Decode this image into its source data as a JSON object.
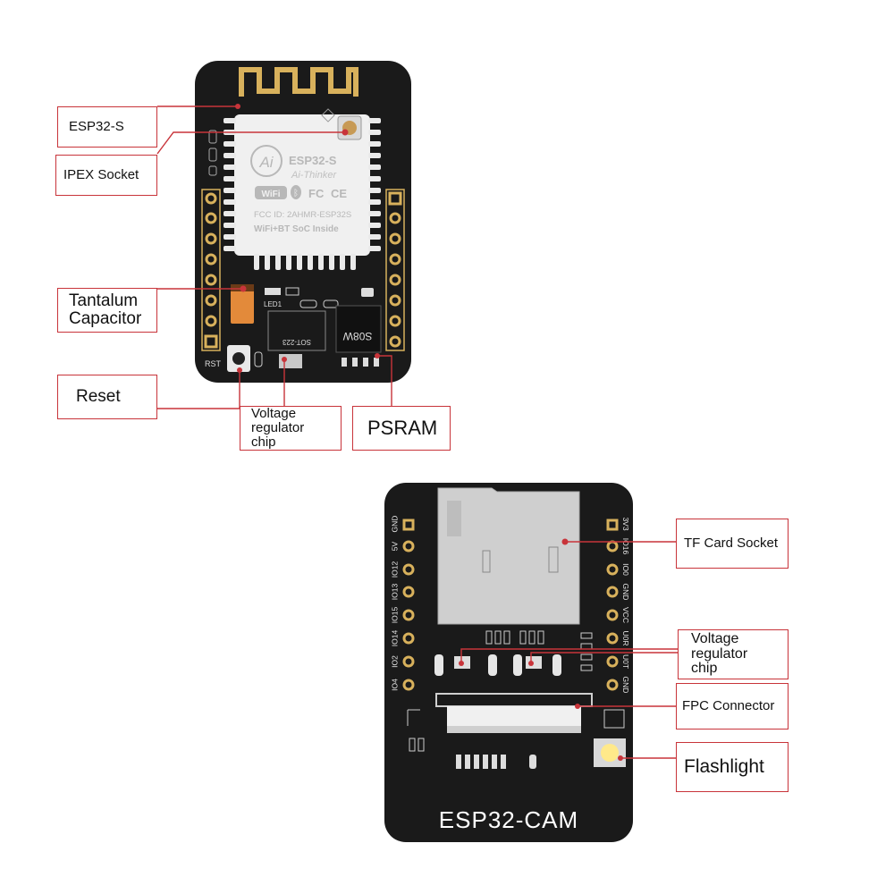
{
  "colors": {
    "board": "#1a1a1a",
    "accent": "#c8343a",
    "gold": "#d8b15c",
    "metal": "#cfcfcf"
  },
  "icons": [
    "wifi-icon",
    "bluetooth-icon",
    "fc-icon",
    "ce-icon",
    "ai-thinker-logo"
  ],
  "front": {
    "labels": {
      "esp32s": "ESP32-S",
      "ipex": "IPEX Socket",
      "tantalum": "Tantalum\nCapacitor",
      "reset": "Reset",
      "regulator": "Voltage\nregulator\nchip",
      "psram": "PSRAM"
    },
    "module": {
      "chip_name": "ESP32-S",
      "maker": "Ai-Thinker",
      "fcc_id": "FCC ID: 2AHMR-ESP32S",
      "desc": "WiFi+BT SoC Inside",
      "logo": "Ai"
    },
    "silk": {
      "rst": "RST",
      "led": "LED1",
      "sot": "SOT-223",
      "psram_mark": "S08W"
    }
  },
  "back": {
    "labels": {
      "tf": "TF Card Socket",
      "regulator": "Voltage\nregulator\nchip",
      "fpc": "FPC Connector",
      "flash": "Flashlight"
    },
    "board_name": "ESP32-CAM",
    "pins_left": [
      "GND",
      "5V",
      "IO12",
      "IO13",
      "IO15",
      "IO14",
      "IO2",
      "IO4"
    ],
    "pins_right": [
      "3V3",
      "IO16",
      "IO0",
      "GND",
      "VCC",
      "U0R",
      "U0T",
      "GND"
    ]
  }
}
